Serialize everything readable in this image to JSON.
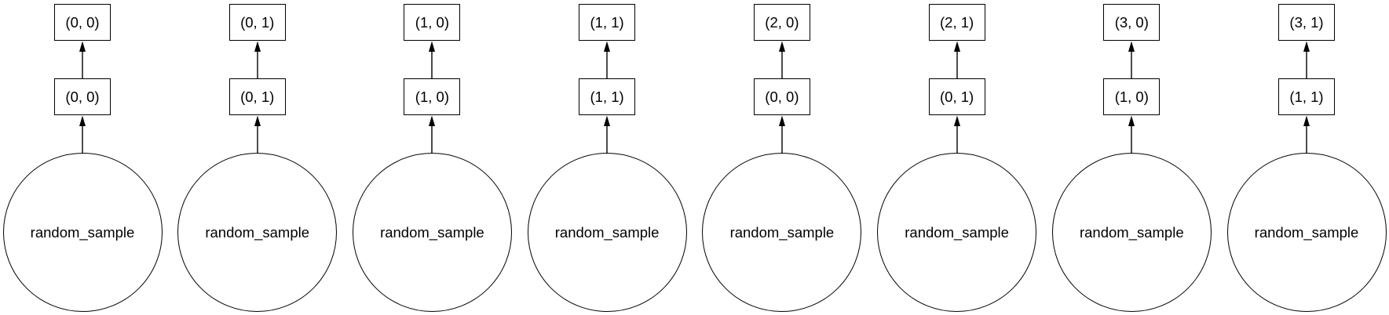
{
  "graph": {
    "description": "Task graph diagram: eight independent chains, each flowing upward from a random_sample function node through an intermediate chunk node to an output chunk node",
    "columns": [
      {
        "output": "(0, 0)",
        "intermediate": "(0, 0)",
        "task": "random_sample"
      },
      {
        "output": "(0, 1)",
        "intermediate": "(0, 1)",
        "task": "random_sample"
      },
      {
        "output": "(1, 0)",
        "intermediate": "(1, 0)",
        "task": "random_sample"
      },
      {
        "output": "(1, 1)",
        "intermediate": "(1, 1)",
        "task": "random_sample"
      },
      {
        "output": "(2, 0)",
        "intermediate": "(0, 0)",
        "task": "random_sample"
      },
      {
        "output": "(2, 1)",
        "intermediate": "(0, 1)",
        "task": "random_sample"
      },
      {
        "output": "(3, 0)",
        "intermediate": "(1, 0)",
        "task": "random_sample"
      },
      {
        "output": "(3, 1)",
        "intermediate": "(1, 1)",
        "task": "random_sample"
      }
    ],
    "colors": {
      "background": "#ffffff",
      "node_border": "#000000",
      "edge": "#000000",
      "text": "#000000"
    }
  }
}
